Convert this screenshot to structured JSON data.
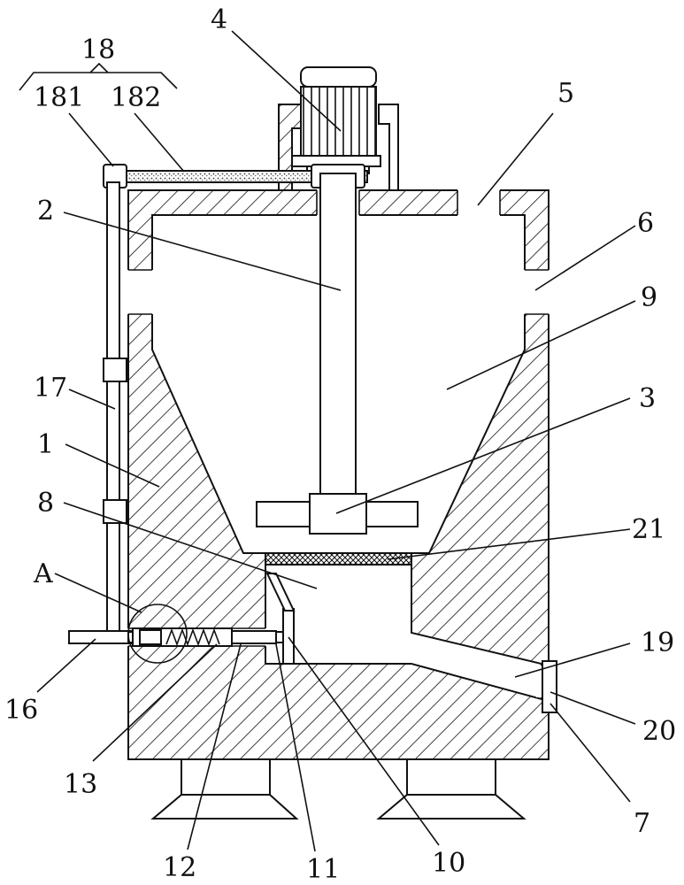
{
  "labels": {
    "l18": "18",
    "l181": "181",
    "l182": "182",
    "l4": "4",
    "l5": "5",
    "l2": "2",
    "l6": "6",
    "l9": "9",
    "l3": "3",
    "l17": "17",
    "l1": "1",
    "l8": "8",
    "l21": "21",
    "lA": "A",
    "l19": "19",
    "l16": "16",
    "l20": "20",
    "l13": "13",
    "l7": "7",
    "l12": "12",
    "l11": "11",
    "l10": "10"
  },
  "colors": {
    "line": "#111111",
    "background": "#ffffff"
  }
}
